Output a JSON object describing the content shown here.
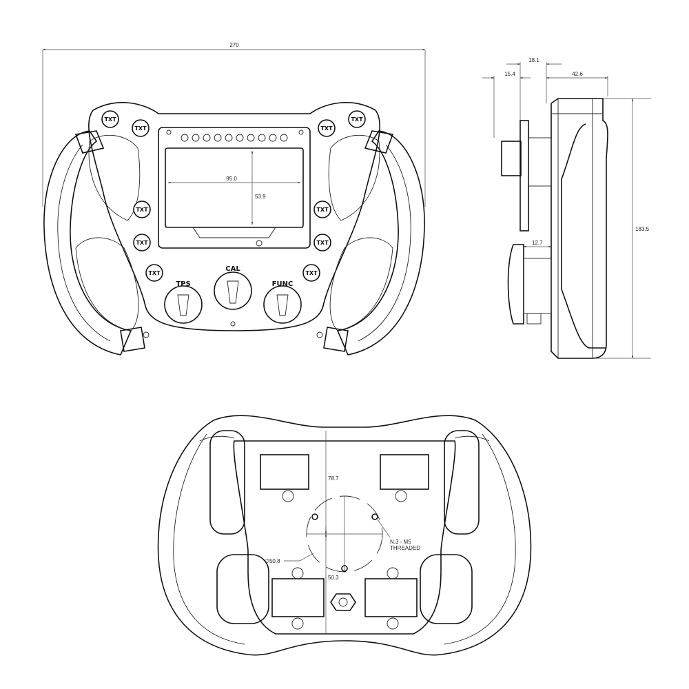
{
  "front_view": {
    "width_dim": "270",
    "display_width_dim": "95.0",
    "display_height_dim": "53.9",
    "button_label": "TXT",
    "rotary_labels": [
      "TPS",
      "CAL",
      "FUNC"
    ]
  },
  "side_view": {
    "dim_a": "18.1",
    "dim_b": "15.4",
    "dim_c": "42.6",
    "height_dim": "183.5",
    "dim_d": "12.7"
  },
  "rear_view": {
    "top_dim": "78.7",
    "bottom_dim": "50.3",
    "pcd_dim": "∅50.8",
    "note_line1": "N.3 - M5",
    "note_line2": "THREADED"
  }
}
